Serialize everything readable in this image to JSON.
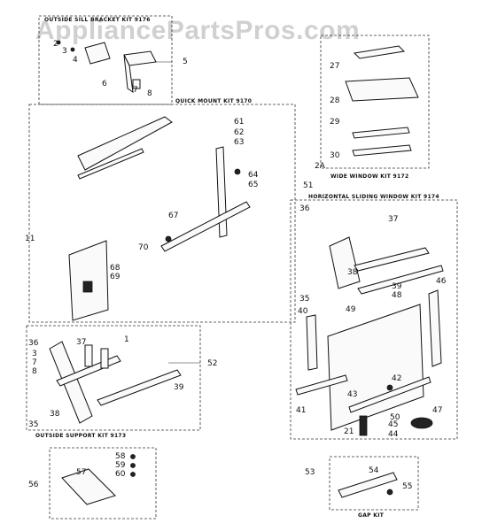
{
  "watermark": "AppliancePartsPros.com",
  "kits": {
    "outside_sill_bracket": "OUTSIDE SILL BRACKET KIT 9176",
    "quick_mount": "QUICK MOUNT KIT 9170",
    "wide_window": "WIDE WINDOW KIT 9172",
    "horizontal_sliding": "HORIZONTAL SLIDING WINDOW KIT 9174",
    "outside_support": "OUTSIDE SUPPORT KIT 9173",
    "gap": "GAP KIT"
  },
  "callouts": {
    "c1": "1",
    "c2": "2",
    "c3": "3",
    "c4": "4",
    "c5": "5",
    "c6": "6",
    "c7": "7",
    "c8": "8",
    "c11": "11",
    "c21": "21",
    "c27": "27",
    "c28": "28",
    "c29": "29",
    "c2a": "2A",
    "c30": "30",
    "c35": "35",
    "c36": "36",
    "c37": "37",
    "c38": "38",
    "c39": "39",
    "c40": "40",
    "c41": "41",
    "c42": "42",
    "c43": "43",
    "c44": "44",
    "c45": "45",
    "c46": "46",
    "c47": "47",
    "c48": "48",
    "c49": "49",
    "c50": "50",
    "c51": "51",
    "c52": "52",
    "c53": "53",
    "c54": "54",
    "c55": "55",
    "c56": "56",
    "c57": "57",
    "c58": "58",
    "c59": "59",
    "c60": "60",
    "c61": "61",
    "c62": "62",
    "c63": "63",
    "c64": "64",
    "c65": "65",
    "c67": "67",
    "c68": "68",
    "c69": "69",
    "c70": "70"
  }
}
